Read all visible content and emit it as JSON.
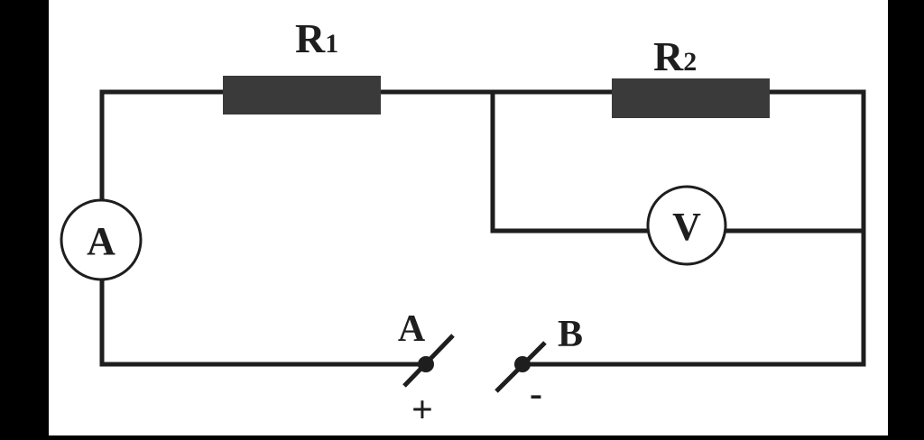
{
  "colors": {
    "background": "#ffffff",
    "frame": "#000000",
    "wire": "#1e1e1e",
    "resistor": "#3a3a3a"
  },
  "components": {
    "r1_label": "R",
    "r1_sub": "1",
    "r2_label": "R",
    "r2_sub": "2",
    "ammeter_label": "A",
    "voltmeter_label": "V"
  },
  "terminals": {
    "a_label": "A",
    "b_label": "B",
    "a_sign": "+",
    "b_sign": "-"
  }
}
